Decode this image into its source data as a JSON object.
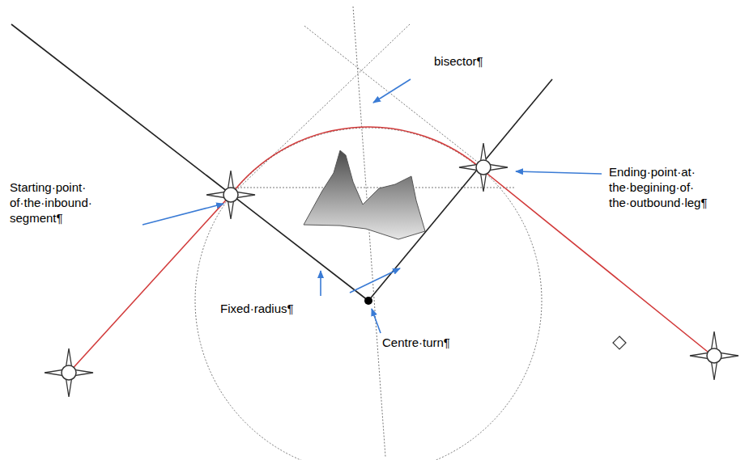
{
  "diagram": {
    "labels": [
      "bisector¶",
      "Starting·point· of·the·inbound· segment¶",
      "Fixed·radius¶",
      "Centre·turn¶",
      "Ending·point·at· the·begining·of· the·outbound·leg¶"
    ]
  }
}
